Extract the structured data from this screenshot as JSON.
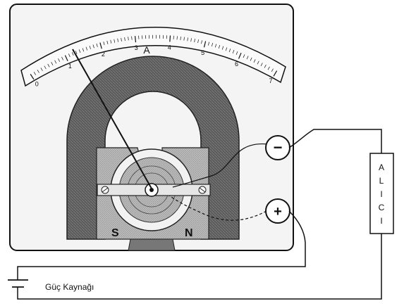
{
  "diagram": {
    "meter_letter": "A",
    "scale_ticks": [
      "0",
      "1",
      "2",
      "3",
      "4",
      "5",
      "6",
      "7"
    ],
    "terminal_negative": "−",
    "terminal_positive": "+",
    "pole_south": "S",
    "pole_north": "N",
    "load_label": [
      "A",
      "L",
      "I",
      "C",
      "I"
    ],
    "power_source_label": "Güç Kaynağı",
    "colors": {
      "line": "#111111",
      "magnet_fill": "#6b6b6b",
      "core_fill": "#b8b8b8",
      "panel_fill": "#f4f4f4"
    }
  }
}
